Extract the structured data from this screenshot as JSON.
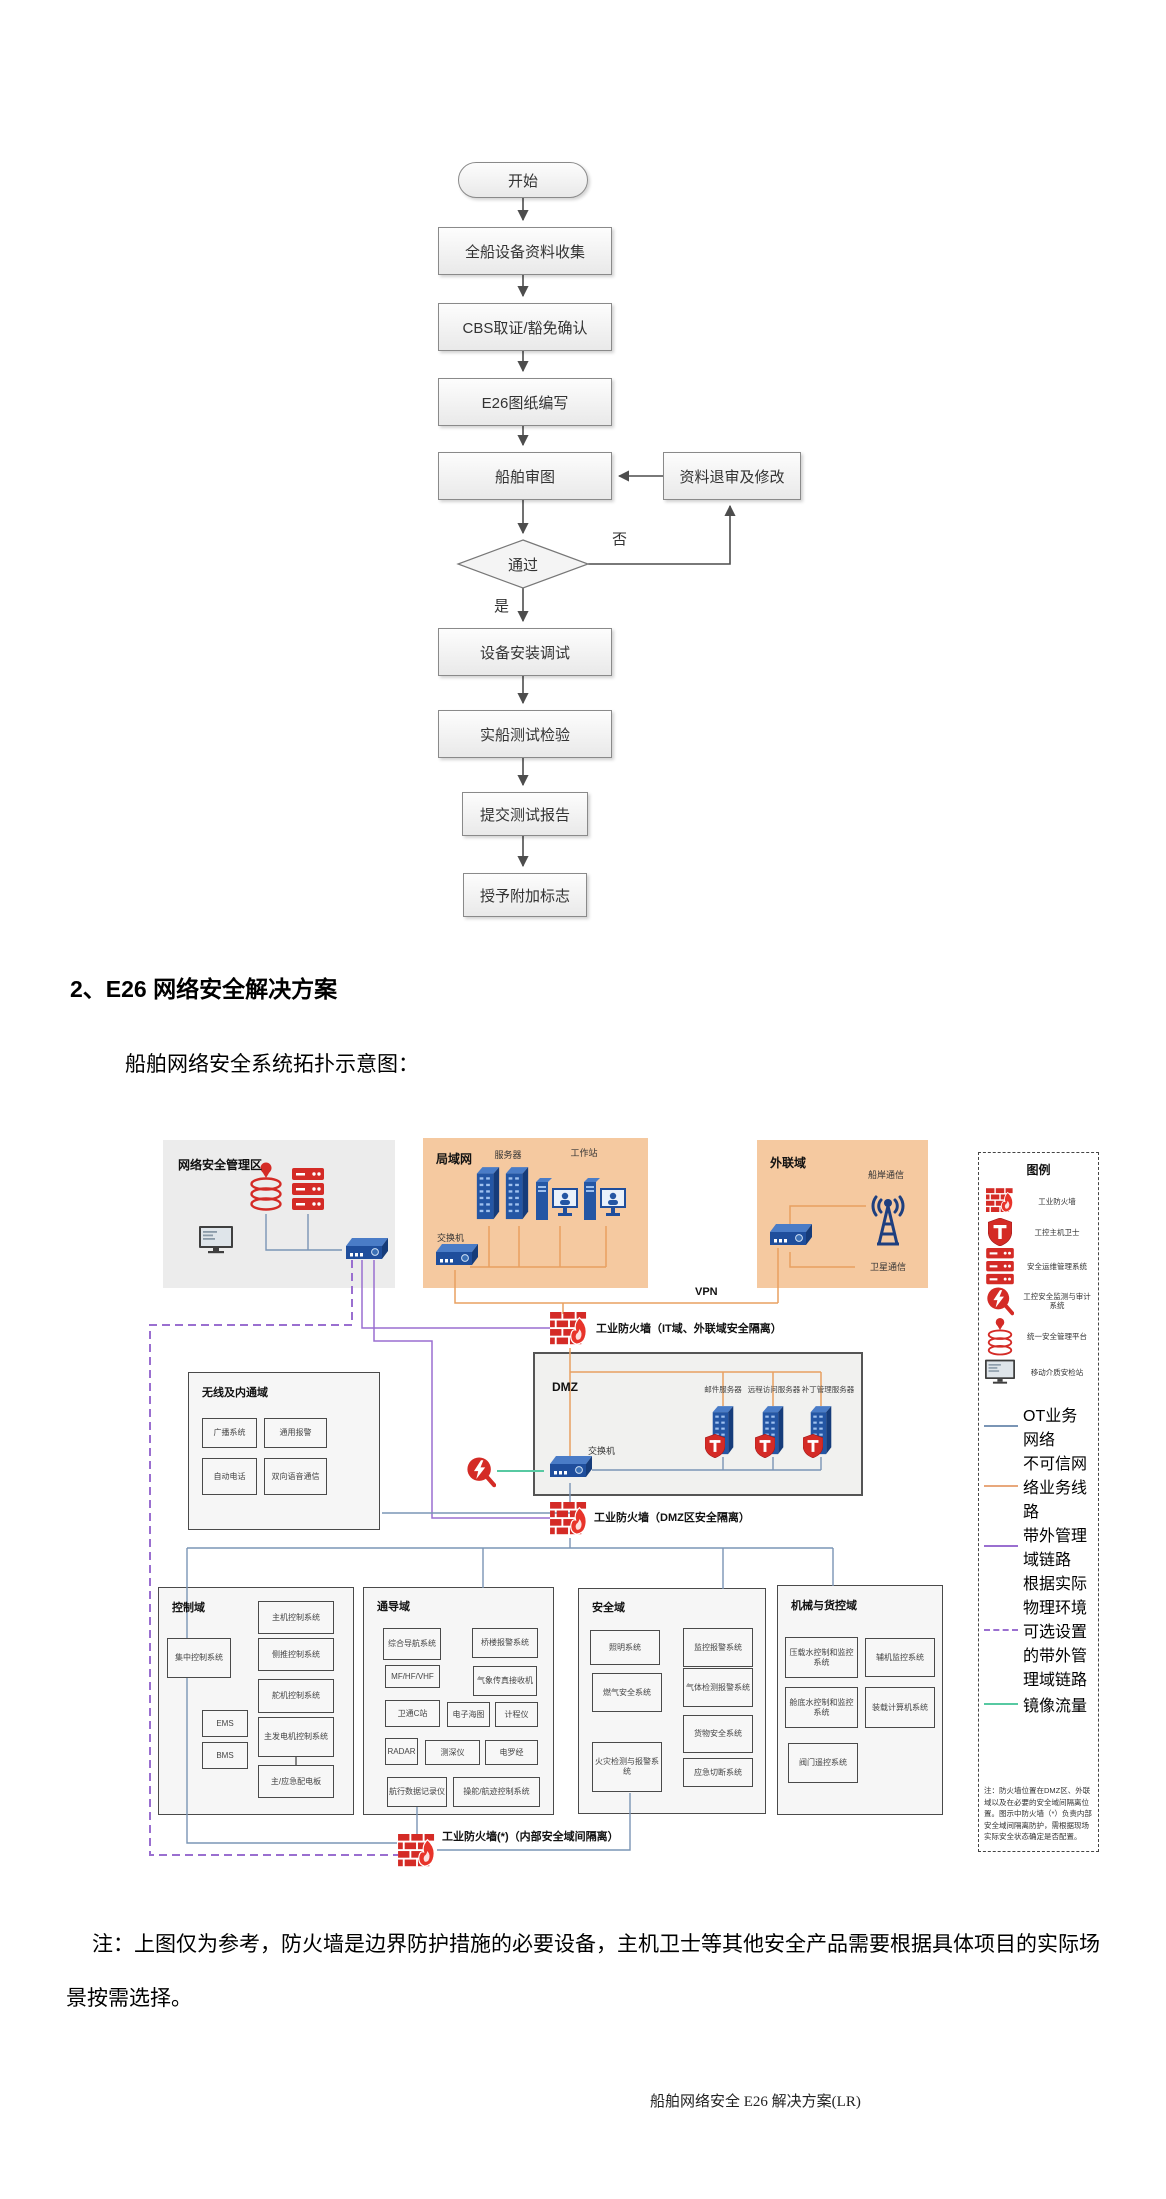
{
  "flowchart": {
    "start": "开始",
    "steps_top": [
      "全船设备资料收集",
      "CBS取证/豁免确认",
      "E26图纸编写",
      "船舶审图"
    ],
    "feedback_box": "资料退审及修改",
    "decision": "通过",
    "decision_no": "否",
    "decision_yes": "是",
    "steps_bottom": [
      "设备安装调试",
      "实船测试检验",
      "提交测试报告",
      "授予附加标志"
    ]
  },
  "section": {
    "heading": "2、E26 网络安全解决方案",
    "intro": "船舶网络安全系统拓扑示意图："
  },
  "topology": {
    "mgmt": {
      "title": "网络安全管理区"
    },
    "lan": {
      "title": "局域网",
      "servers_label": "服务器",
      "workstations_label": "工作站",
      "switch_label": "交换机"
    },
    "external": {
      "title": "外联域",
      "ship_shore_label": "船岸通信",
      "satellite_label": "卫星通信"
    },
    "vpn_label": "VPN",
    "firewalls": {
      "it": "工业防火墙（IT域、外联域安全隔离）",
      "dmz": "工业防火墙（DMZ区安全隔离）",
      "internal": "工业防火墙(*)（内部安全域间隔离）"
    },
    "dmz": {
      "title": "DMZ",
      "switch_label": "交换机",
      "servers": [
        "邮件服务器",
        "远程访问服务器",
        "补丁管理服务器"
      ]
    },
    "wireless": {
      "title": "无线及内通域",
      "items": [
        "广播系统",
        "通用报警",
        "自动电话",
        "双向语音通信"
      ]
    },
    "control": {
      "title": "控制域",
      "central": "集中控制系统",
      "left_items": [
        "EMS",
        "BMS"
      ],
      "right_items": [
        "主机控制系统",
        "侧推控制系统",
        "舵机控制系统",
        "主发电机控制系统",
        "主/应急配电板"
      ]
    },
    "nav": {
      "title": "通导域",
      "items": [
        "综合导航系统",
        "桥楼报警系统",
        "MF/HF/VHF",
        "气象传真接收机",
        "卫通C站",
        "电子海图",
        "计程仪",
        "RADAR",
        "测深仪",
        "电罗经",
        "航行数据记录仪",
        "操舵/航迹控制系统"
      ]
    },
    "safety": {
      "title": "安全域",
      "left_items": [
        "照明系统",
        "燃气安全系统",
        "火灾检测与报警系统"
      ],
      "right_items": [
        "监控报警系统",
        "气体检测报警系统",
        "货物安全系统",
        "应急切断系统"
      ]
    },
    "machinery": {
      "title": "机械与货控域",
      "items": [
        "压载水控制和监控系统",
        "辅机监控系统",
        "舱底水控制和监控系统",
        "装载计算机系统",
        "阀门遥控系统"
      ]
    },
    "legend": {
      "title": "图例",
      "icon_items": [
        {
          "icon": "firewall-icon",
          "label": "工业防火墙"
        },
        {
          "icon": "shield-icon",
          "label": "工控主机卫士"
        },
        {
          "icon": "server-stack-icon",
          "label": "安全运维管理系统"
        },
        {
          "icon": "audit-icon",
          "label": "工控安全监测与审计系统"
        },
        {
          "icon": "database-icon",
          "label": "统一安全管理平台"
        },
        {
          "icon": "monitor-icon",
          "label": "移动介质安检站"
        }
      ],
      "line_items": [
        {
          "style": "solid",
          "color": "#7a95b5",
          "label": "OT业务网络"
        },
        {
          "style": "solid",
          "color": "#e8a87c",
          "label": "不可信网络业务线路"
        },
        {
          "style": "solid",
          "color": "#9a6fd0",
          "label": "带外管理域链路"
        },
        {
          "style": "dashed",
          "color": "#9a6fd0",
          "label": "根据实际物理环境可选设置的带外管理域链路"
        },
        {
          "style": "solid",
          "color": "#57c9a2",
          "label": "镜像流量"
        }
      ],
      "note": "注：防火墙位置在DMZ区、外联域以及在必要的安全域间隔离位置。图示中防火墙（*）负责内部安全域间隔离防护，需根据现场实际安全状态确定是否配置。"
    }
  },
  "note": "注：上图仅为参考，防火墙是边界防护措施的必要设备，主机卫士等其他安全产品需要根据具体项目的实际场景按需选择。",
  "footer": "船舶网络安全 E26 解决方案(LR)",
  "colors": {
    "accent_red": "#d42b26",
    "device_blue": "#2456a4",
    "zone_orange": "#f5c9a0",
    "line_orange": "#e8a060",
    "line_purple": "#9a6fd0",
    "line_blue": "#7a95b5",
    "line_green": "#57c9a2"
  }
}
